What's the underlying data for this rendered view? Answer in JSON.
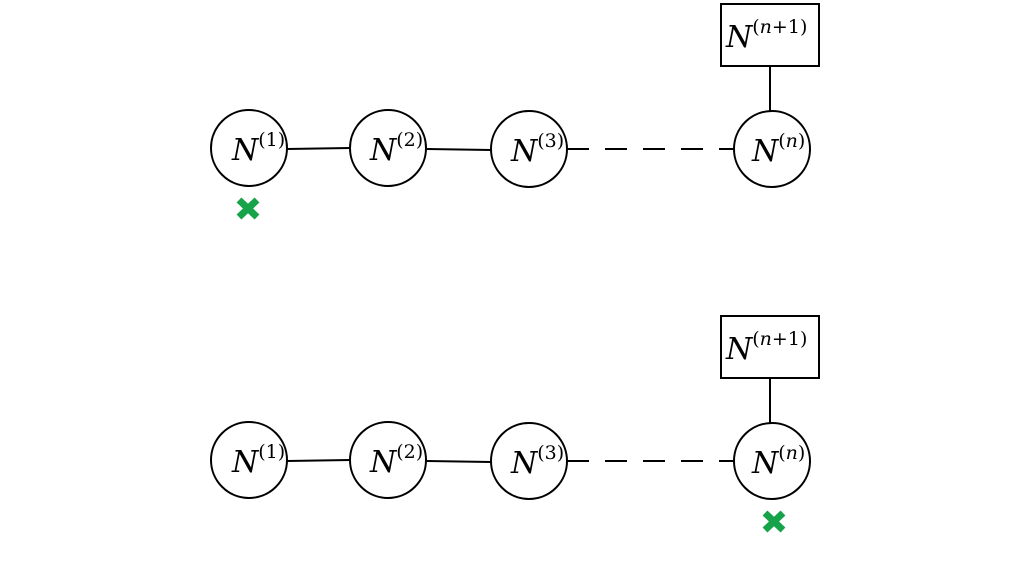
{
  "colors": {
    "marker": "#16a34a",
    "stroke": "#000000"
  },
  "labels": {
    "base": "N",
    "sup_open": "(",
    "sup_close": ")",
    "one": "1",
    "two": "2",
    "three": "3",
    "n": "n",
    "plus_one": "+1"
  },
  "diagrams": [
    {
      "nodes": [
        {
          "id": "n1",
          "kind": "circle",
          "sup": "1"
        },
        {
          "id": "n2",
          "kind": "circle",
          "sup": "2"
        },
        {
          "id": "n3",
          "kind": "circle",
          "sup": "3"
        },
        {
          "id": "nn",
          "kind": "circle",
          "sup": "n"
        },
        {
          "id": "nn1",
          "kind": "box",
          "sup": "n+1"
        }
      ],
      "edges": [
        {
          "from": "n1",
          "to": "n2",
          "style": "solid"
        },
        {
          "from": "n2",
          "to": "n3",
          "style": "solid"
        },
        {
          "from": "n3",
          "to": "nn",
          "style": "dashed"
        },
        {
          "from": "nn",
          "to": "nn1",
          "style": "solid"
        }
      ],
      "marker_on": "n1"
    },
    {
      "nodes": [
        {
          "id": "n1",
          "kind": "circle",
          "sup": "1"
        },
        {
          "id": "n2",
          "kind": "circle",
          "sup": "2"
        },
        {
          "id": "n3",
          "kind": "circle",
          "sup": "3"
        },
        {
          "id": "nn",
          "kind": "circle",
          "sup": "n"
        },
        {
          "id": "nn1",
          "kind": "box",
          "sup": "n+1"
        }
      ],
      "edges": [
        {
          "from": "n1",
          "to": "n2",
          "style": "solid"
        },
        {
          "from": "n2",
          "to": "n3",
          "style": "solid"
        },
        {
          "from": "n3",
          "to": "nn",
          "style": "dashed"
        },
        {
          "from": "nn",
          "to": "nn1",
          "style": "solid"
        }
      ],
      "marker_on": "nn"
    }
  ]
}
